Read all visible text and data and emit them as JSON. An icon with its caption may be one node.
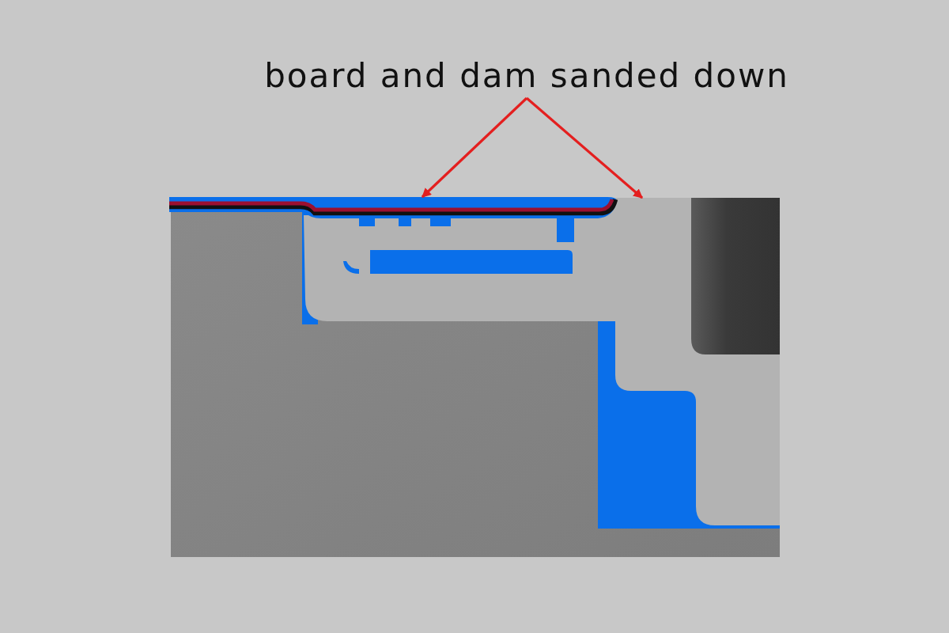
{
  "diagram": {
    "nodes": [
      {
        "text": [
          "board and dam sanded down"
        ]
      },
      {
        "text": [],
        "shape": "bar"
      },
      {
        "text": [],
        "shape": "box"
      }
    ],
    "edges": [
      {
        "from": 0,
        "to": 1,
        "arrow": "to"
      },
      {
        "from": 0,
        "to": 2,
        "arrow": "to"
      }
    ]
  }
}
